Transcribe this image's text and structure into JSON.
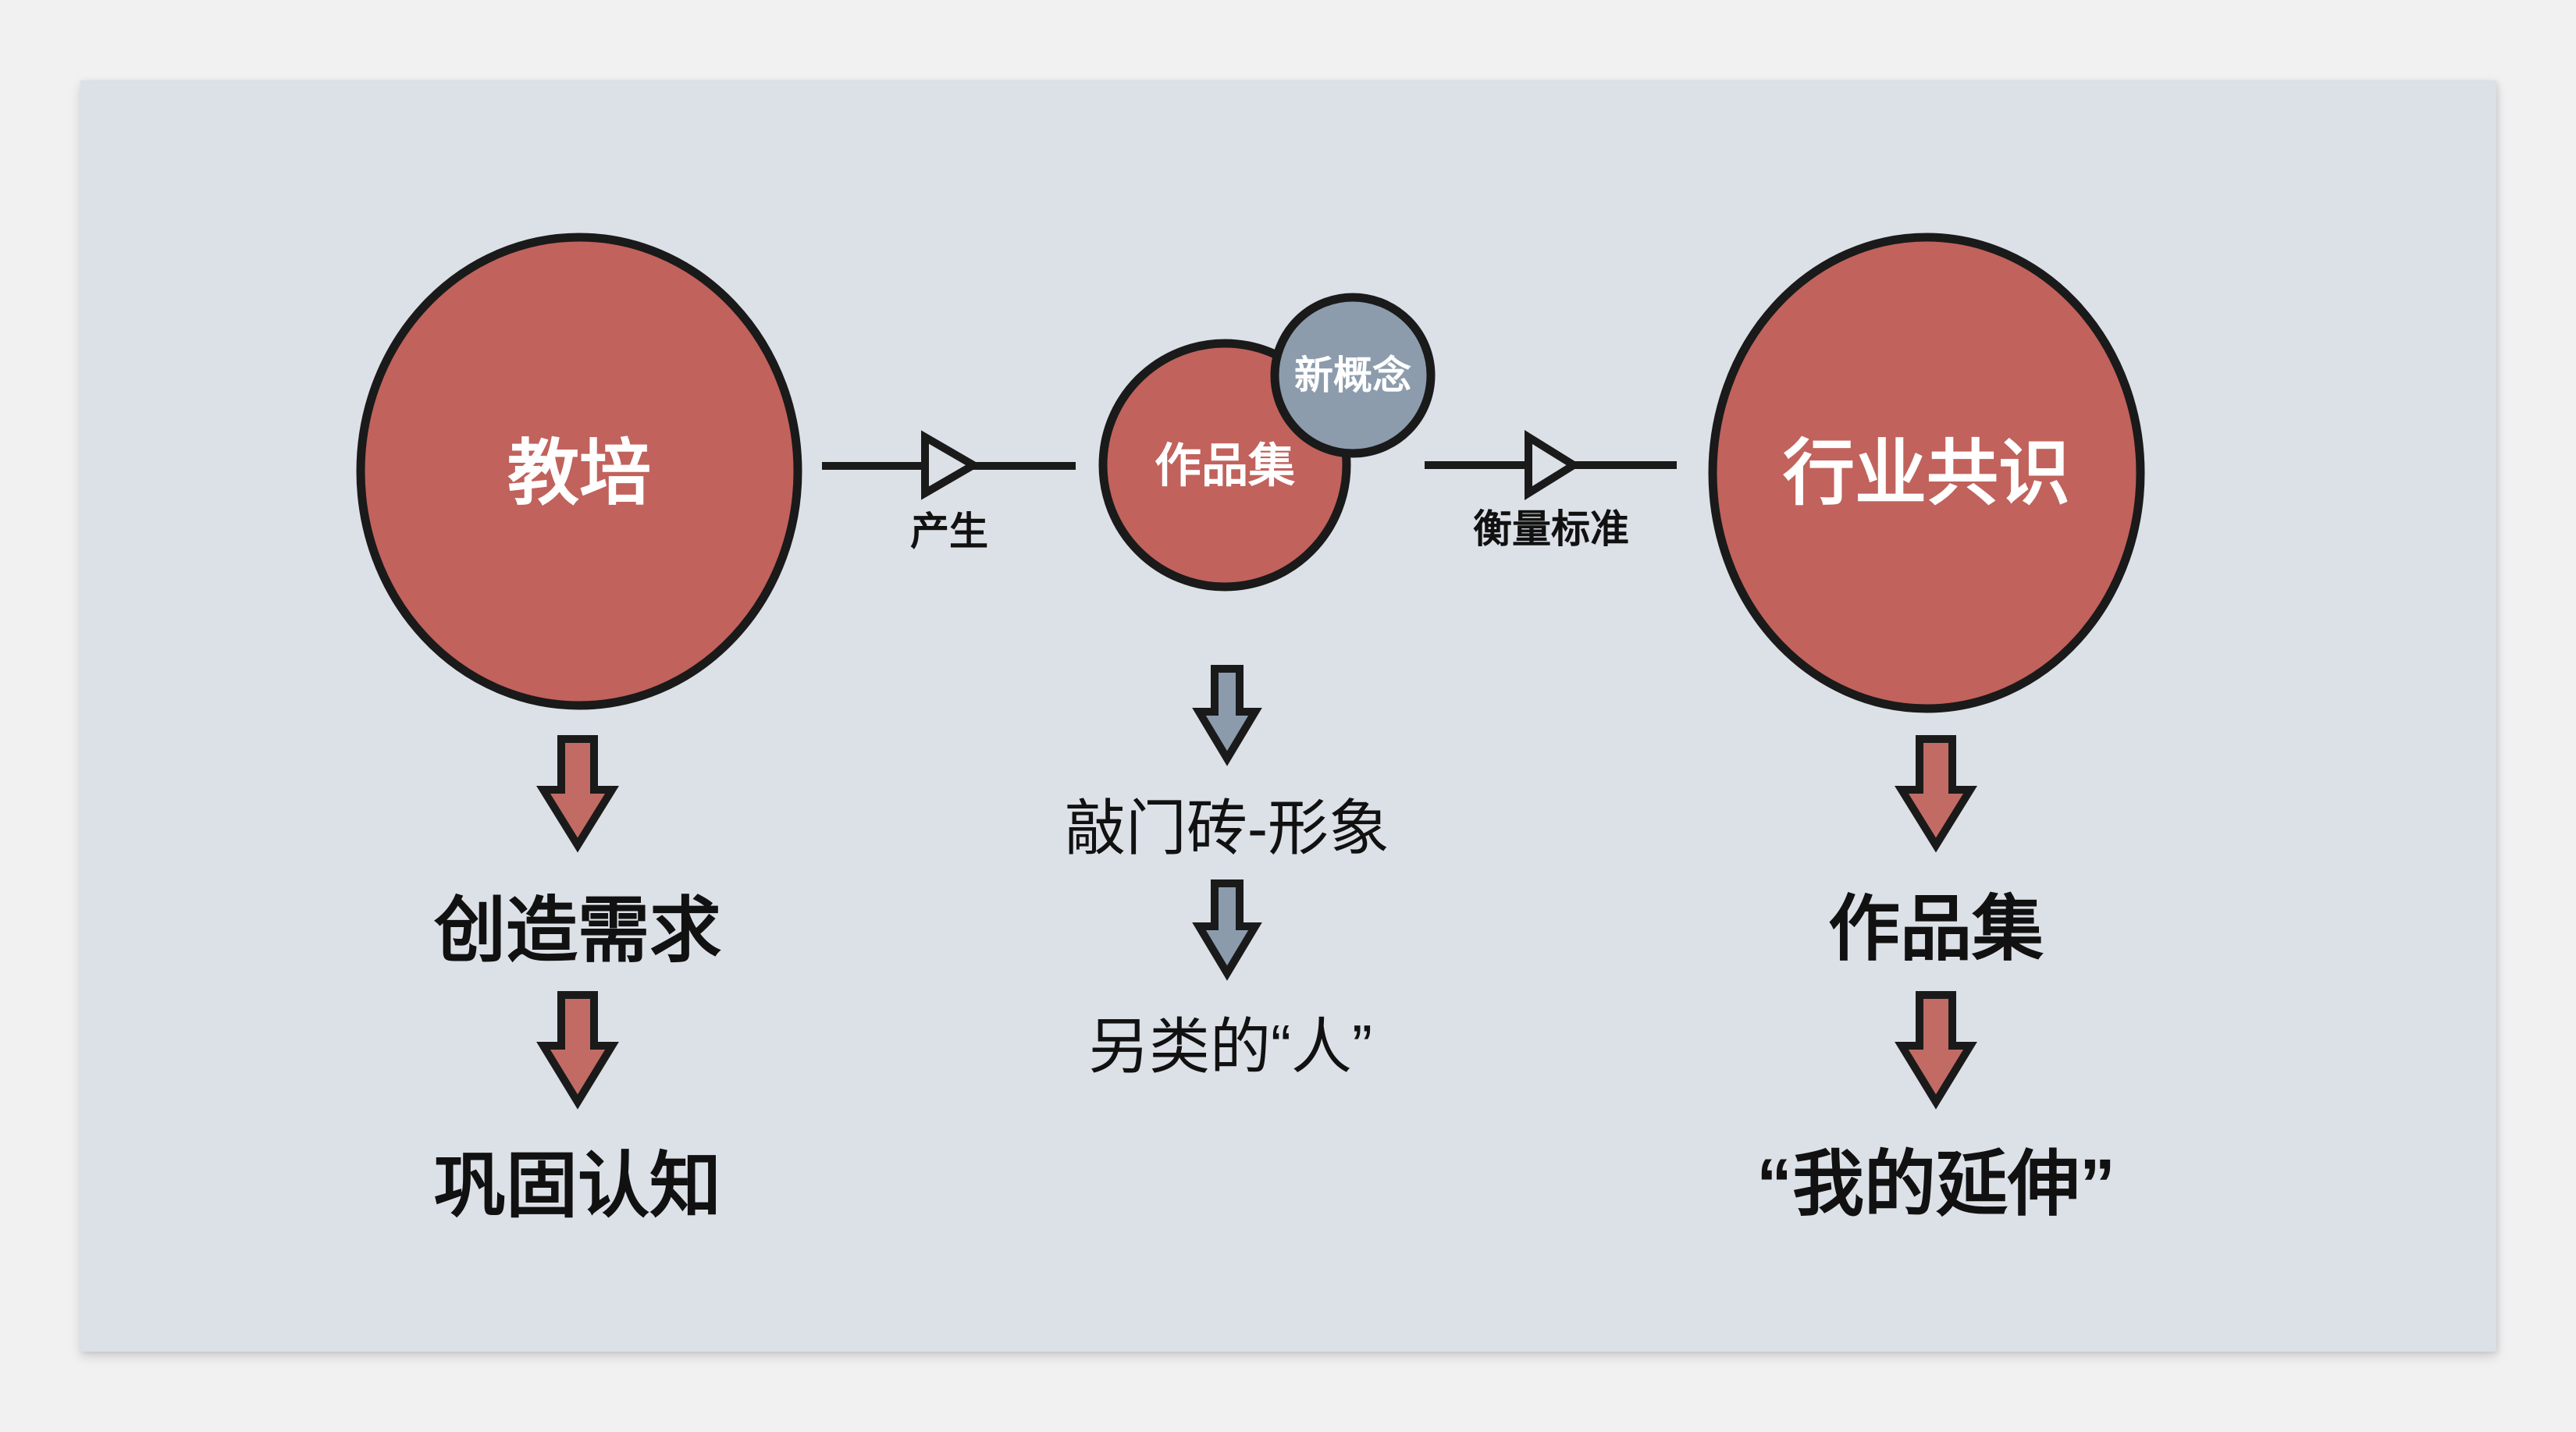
{
  "canvas": {
    "outer_bg": "#F1F1F2",
    "panel_bg": "#DCE0E7"
  },
  "colors": {
    "node_red": "#C1625C",
    "arrow_red": "#C16B64",
    "node_blue_gray": "#8C9CAD",
    "arrow_blue_gray": "#8B9BAC",
    "outline": "#1A1A1A",
    "text_dark": "#111111",
    "text_light": "#FFFFFF"
  },
  "nodes": {
    "training": {
      "label": "教培"
    },
    "portfolio": {
      "label": "作品集"
    },
    "new_concept": {
      "label": "新概念"
    },
    "industry_consensus": {
      "label": "行业共识"
    }
  },
  "connectors": {
    "produce": {
      "label": "产生"
    },
    "measure_standard": {
      "label": "衡量标准"
    }
  },
  "flows": {
    "left": {
      "step1": "创造需求",
      "step2": "巩固认知"
    },
    "middle": {
      "step1": "敲门砖-形象",
      "step2": "另类的“人”"
    },
    "right": {
      "step1": "作品集",
      "step2": "“我的延伸”"
    }
  }
}
